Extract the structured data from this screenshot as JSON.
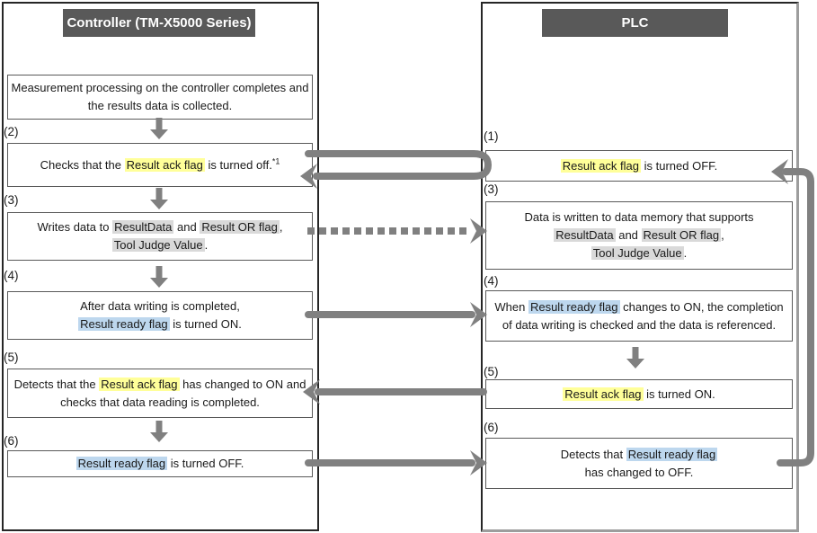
{
  "colors": {
    "header_bg": "#595959",
    "arrow": "#808080",
    "highlight_yellow": "#ffff99",
    "highlight_blue": "#bdd7ee",
    "highlight_gray": "#d9d9d9"
  },
  "left_panel": {
    "header": "Controller (TM-X5000 Series)",
    "intro_box": {
      "segments": [
        {
          "t": "Measurement processing on the controller completes and"
        },
        {
          "br": true
        },
        {
          "t": "the results data is collected."
        }
      ]
    },
    "steps": [
      {
        "label": "(2)",
        "segments": [
          {
            "t": "Checks that the "
          },
          {
            "t": "Result ack flag",
            "h": "yellow"
          },
          {
            "t": " is turned off."
          },
          {
            "t": "*1",
            "sup": true
          }
        ]
      },
      {
        "label": "(3)",
        "segments": [
          {
            "t": "Writes data to "
          },
          {
            "t": "ResultData",
            "h": "gray"
          },
          {
            "t": " and "
          },
          {
            "t": "Result OR flag",
            "h": "gray"
          },
          {
            "t": ","
          },
          {
            "br": true
          },
          {
            "t": "Tool Judge Value",
            "h": "gray"
          },
          {
            "t": "."
          }
        ]
      },
      {
        "label": "(4)",
        "segments": [
          {
            "t": "After data writing is completed,"
          },
          {
            "br": true
          },
          {
            "t": "Result ready flag",
            "h": "blue"
          },
          {
            "t": " is turned ON."
          }
        ]
      },
      {
        "label": "(5)",
        "segments": [
          {
            "t": "Detects that the "
          },
          {
            "t": "Result ack flag",
            "h": "yellow"
          },
          {
            "t": " has changed to ON and"
          },
          {
            "br": true
          },
          {
            "t": "checks that data reading is completed."
          }
        ]
      },
      {
        "label": "(6)",
        "segments": [
          {
            "t": "Result ready flag",
            "h": "blue"
          },
          {
            "t": " is turned OFF."
          }
        ]
      }
    ]
  },
  "right_panel": {
    "header": "PLC",
    "steps": [
      {
        "label": "(1)",
        "segments": [
          {
            "t": "Result ack flag",
            "h": "yellow"
          },
          {
            "t": " is turned OFF."
          }
        ]
      },
      {
        "label": "(3)",
        "segments": [
          {
            "t": "Data is written to data memory that supports"
          },
          {
            "br": true
          },
          {
            "t": "ResultData",
            "h": "gray"
          },
          {
            "t": " and "
          },
          {
            "t": "Result OR flag",
            "h": "gray"
          },
          {
            "t": ","
          },
          {
            "br": true
          },
          {
            "t": "Tool Judge Value",
            "h": "gray"
          },
          {
            "t": "."
          }
        ]
      },
      {
        "label": "(4)",
        "segments": [
          {
            "t": "When "
          },
          {
            "t": "Result ready flag",
            "h": "blue"
          },
          {
            "t": " changes to ON, the completion"
          },
          {
            "br": true
          },
          {
            "t": "of data writing is checked and the data is referenced."
          }
        ]
      },
      {
        "label": "(5)",
        "segments": [
          {
            "t": "Result ack flag",
            "h": "yellow"
          },
          {
            "t": " is turned ON."
          }
        ]
      },
      {
        "label": "(6)",
        "segments": [
          {
            "t": "Detects that "
          },
          {
            "t": "Result ready flag",
            "h": "blue"
          },
          {
            "br": true
          },
          {
            "t": "has changed to OFF."
          }
        ]
      }
    ]
  },
  "flow_arrows": [
    {
      "type": "hairpin-loop",
      "from": "left-step-2",
      "to": "right-step-1",
      "back_to": "left-step-2"
    },
    {
      "type": "dotted",
      "from": "left-step-3",
      "to": "right-step-3"
    },
    {
      "type": "solid",
      "from": "left-step-4",
      "to": "right-step-4"
    },
    {
      "type": "solid",
      "from": "right-step-5",
      "to": "left-step-5"
    },
    {
      "type": "solid",
      "from": "left-step-6",
      "to": "right-step-6"
    },
    {
      "type": "outer-loop",
      "from": "right-step-6",
      "to": "right-step-1"
    }
  ]
}
